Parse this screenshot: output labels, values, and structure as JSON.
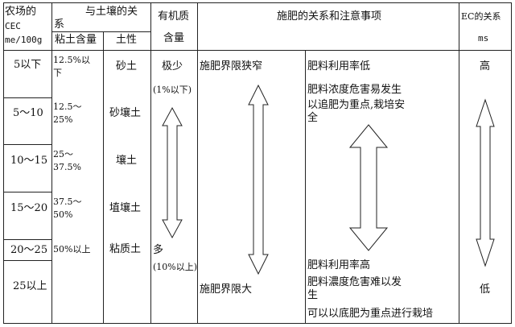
{
  "header": {
    "col1_line1": "农场的",
    "col1_line2": "CEC",
    "col1_line3": "me/100g",
    "col2_group_line1": "与土壤的关",
    "col2_group_line2": "系",
    "col2a": "粘土含量",
    "col2b": "土性",
    "col3_line1": "有机质",
    "col3_line2": "含量",
    "col4": "施肥的关系和注意事项",
    "col5_line1": "EC的关系",
    "col5_line2": "ms"
  },
  "rows": [
    {
      "cec": "5以下",
      "clay_l1": "12.5%以",
      "clay_l2": "下",
      "soil": "砂土"
    },
    {
      "cec": "5～10",
      "clay_l1": "12.5～",
      "clay_l2": "25%",
      "soil": "砂壤土"
    },
    {
      "cec": "10～15",
      "clay_l1": "25～",
      "clay_l2": "37.5%",
      "soil": "壤土"
    },
    {
      "cec": "15～20",
      "clay_l1": "37.5～",
      "clay_l2": "50%",
      "soil": "埴壤土"
    },
    {
      "cec": "20～25",
      "clay_l1": "50%以上",
      "clay_l2": "",
      "soil": "粘质土"
    },
    {
      "cec": "25以上",
      "clay_l1": "",
      "clay_l2": "",
      "soil": ""
    }
  ],
  "organic": {
    "top": "极少",
    "top_note": "(1%以下)",
    "bottom": "多",
    "bottom_note": "(10%以上)"
  },
  "fertilizer": {
    "top_left": "施肥界限狭窄",
    "bottom_left": "施肥界限大",
    "top_right": [
      "肥料利用率低",
      "肥料浓度危害易发生",
      "以追肥为重点,栽培安",
      "全"
    ],
    "bottom_right": [
      "肥料利用率高",
      "肥料濃度危害难以发",
      "生",
      "可以以底肥为重点进行栽培"
    ]
  },
  "ec": {
    "top": "高",
    "bottom": "低"
  }
}
